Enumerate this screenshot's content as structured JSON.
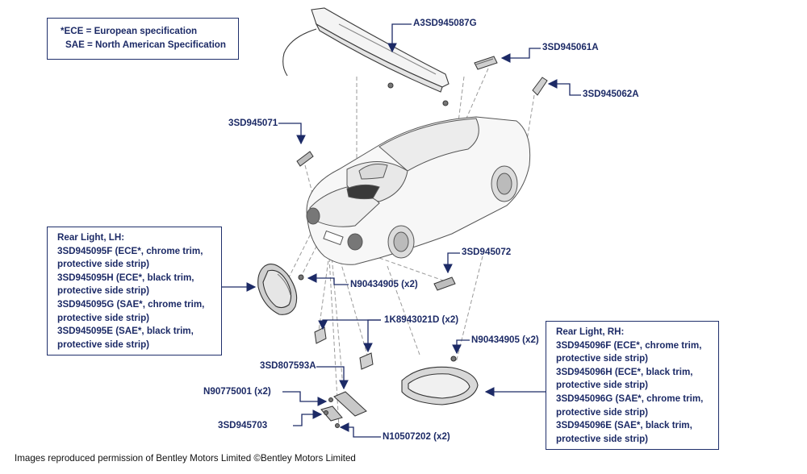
{
  "legend": {
    "ece": "*ECE = European specification",
    "sae": "SAE = North American Specification"
  },
  "labels": {
    "part_spoiler": "A3SD945087G",
    "part_061": "3SD945061A",
    "part_062": "3SD945062A",
    "part_071": "3SD945071",
    "part_072": "3SD945072",
    "n904_left": "N90434905 (x2)",
    "k1": "1K8943021D (x2)",
    "n904_right": "N90434905 (x2)",
    "part_807": "3SD807593A",
    "n907": "N90775001 (x2)",
    "part_703": "3SD945703",
    "n105": "N10507202 (x2)"
  },
  "rear_lh": {
    "title": "Rear Light, LH:",
    "lines": [
      "3SD945095F (ECE*, chrome trim,",
      "protective side strip)",
      "3SD945095H (ECE*, black trim,",
      "protective side strip)",
      "3SD945095G (SAE*, chrome trim,",
      "protective side strip)",
      "3SD945095E (SAE*, black trim,",
      "protective side strip)"
    ]
  },
  "rear_rh": {
    "title": "Rear Light, RH:",
    "lines": [
      "3SD945096F (ECE*, chrome trim,",
      "protective side strip)",
      "3SD945096H (ECE*, black trim,",
      "protective side strip)",
      "3SD945096G (SAE*, chrome trim,",
      "protective side strip)",
      "3SD945096E (SAE*, black trim,",
      "protective side strip)"
    ]
  },
  "footer": "Images reproduced permission of Bentley Motors Limited ©Bentley Motors Limited",
  "colors": {
    "ink": "#1c2a66",
    "line": "#444444"
  }
}
